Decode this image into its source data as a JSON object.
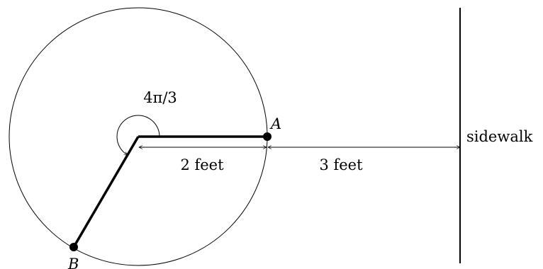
{
  "diagram": {
    "angle_label": "4π/3",
    "point_a_label": "A",
    "point_b_label": "B",
    "radius_label": "2 feet",
    "distance_label": "3 feet",
    "sidewalk_label": "sidewalk"
  },
  "colors": {
    "ink": "#000000",
    "background": "#ffffff"
  }
}
